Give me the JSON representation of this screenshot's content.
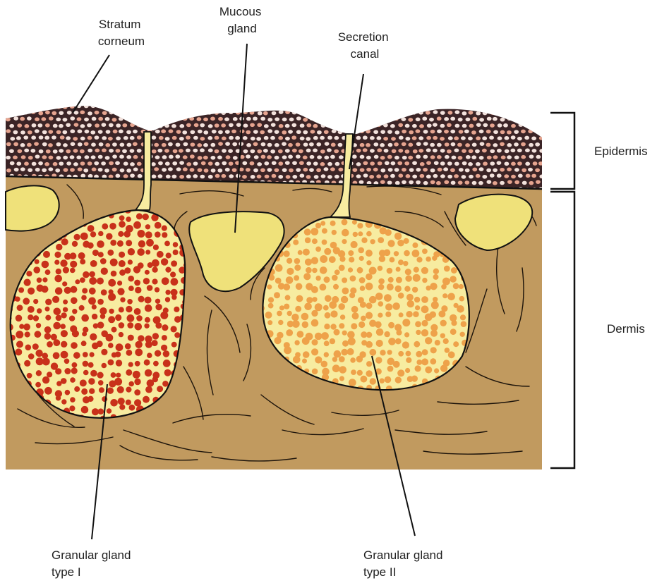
{
  "labels": {
    "stratum_corneum": [
      "Stratum",
      "corneum"
    ],
    "mucous_gland": [
      "Mucous",
      "gland"
    ],
    "secretion_canal": [
      "Secretion",
      "canal"
    ],
    "epidermis": "Epidermis",
    "dermis": "Dermis",
    "granular_gland_type_1": [
      "Granular gland",
      "type I"
    ],
    "granular_gland_type_2": [
      "Granular gland",
      "type II"
    ]
  },
  "colors": {
    "dermis": "#c19a5f",
    "epidermis_dark": "#3b2426",
    "epidermis_cell": "#f3e2dc",
    "epidermis_cell_pink": "#e6a48f",
    "gland_fill": "#f7eca0",
    "mucous_fill": "#efe17a",
    "granule_type_1": "#c8311a",
    "granule_type_2": "#eea24a",
    "outline": "#111111"
  }
}
